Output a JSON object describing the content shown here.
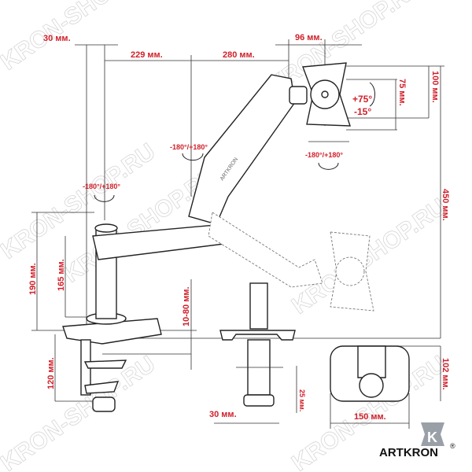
{
  "diagram": {
    "dimensions": {
      "top_offset": "30 мм.",
      "arm1_length": "229 мм.",
      "arm2_length": "280 мм.",
      "head_offset": "96 мм.",
      "vesa_100": "100 мм.",
      "vesa_75": "75 мм.",
      "tilt_up": "+75°",
      "tilt_down": "-15°",
      "rotation_arm": "-180°/+180°",
      "rotation_head": "-180°/+180°",
      "rotation_pole": "-180°/+180°",
      "max_height": "450 мм.",
      "pole_height": "190 мм.",
      "arm_height": "165 мм.",
      "table_thickness": "10-80 мм.",
      "clamp_height": "120 мм.",
      "base_depth": "102 мм.",
      "clamp_gap": "25 мм.",
      "clamp_width": "30 мм.",
      "base_width": "150 мм."
    },
    "arm_label": "ARTKRON",
    "watermark": "KRON-SHOP.RU",
    "brand": {
      "name": "ARTKRON",
      "registered": "®",
      "logo_letter": "K"
    }
  }
}
